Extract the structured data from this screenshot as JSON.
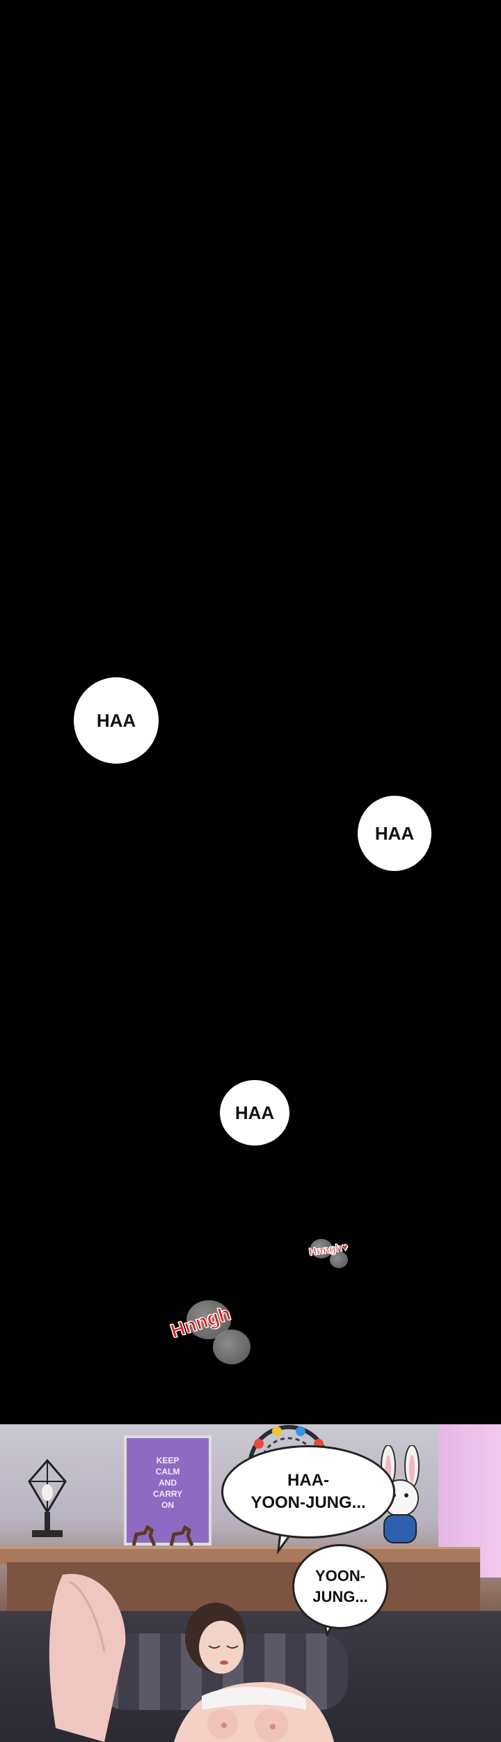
{
  "panel_top": {
    "bubbles": [
      {
        "text": "HAA"
      },
      {
        "text": "HAA"
      },
      {
        "text": "HAA"
      }
    ],
    "sfx": [
      {
        "text": "Hnngh♥"
      },
      {
        "text": "Hnngh"
      }
    ]
  },
  "panel_bottom": {
    "poster_text": "KEEP\nCALM\nAND\nCARRY\nON",
    "speech": [
      {
        "text": "HAA-\nYOON-JUNG..."
      },
      {
        "text": "YOON-\nJUNG..."
      }
    ]
  }
}
